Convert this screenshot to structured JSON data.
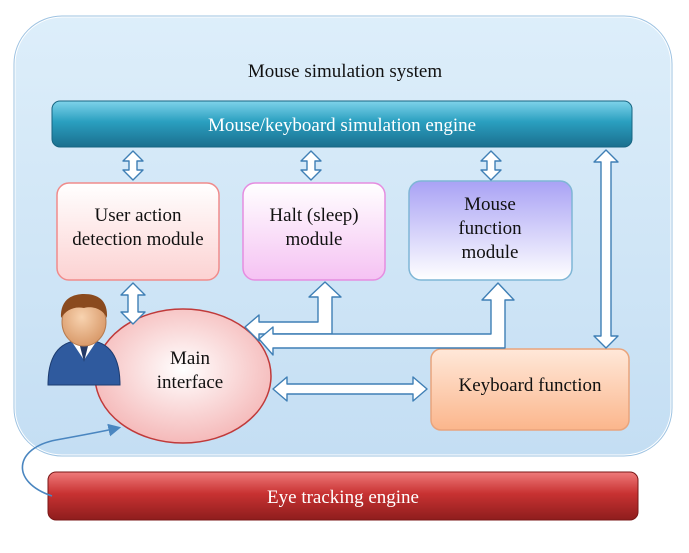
{
  "diagram": {
    "system_title": "Mouse simulation system",
    "engine_top": "Mouse/keyboard simulation engine",
    "engine_bottom": "Eye tracking engine",
    "modules": {
      "user_action": [
        "User action",
        "detection module"
      ],
      "halt": [
        "Halt (sleep)",
        "module"
      ],
      "mouse_function": [
        "Mouse",
        "function",
        "module"
      ],
      "keyboard_function": "Keyboard function"
    },
    "main_interface": [
      "Main",
      "interface"
    ],
    "colors": {
      "system_fill": "#cfe6f7",
      "engine_top": "#2a9fc0",
      "engine_bottom": "#c83232",
      "user_module": "#fde3e3",
      "halt_module": "#f9d6f7",
      "mouse_module": "#bdb8f7",
      "keyboard_module": "#fcc9a8",
      "main_interface": "#f4b8b8",
      "arrow_stroke": "#3f7fb5"
    },
    "icons": [
      "user-avatar-icon"
    ]
  }
}
